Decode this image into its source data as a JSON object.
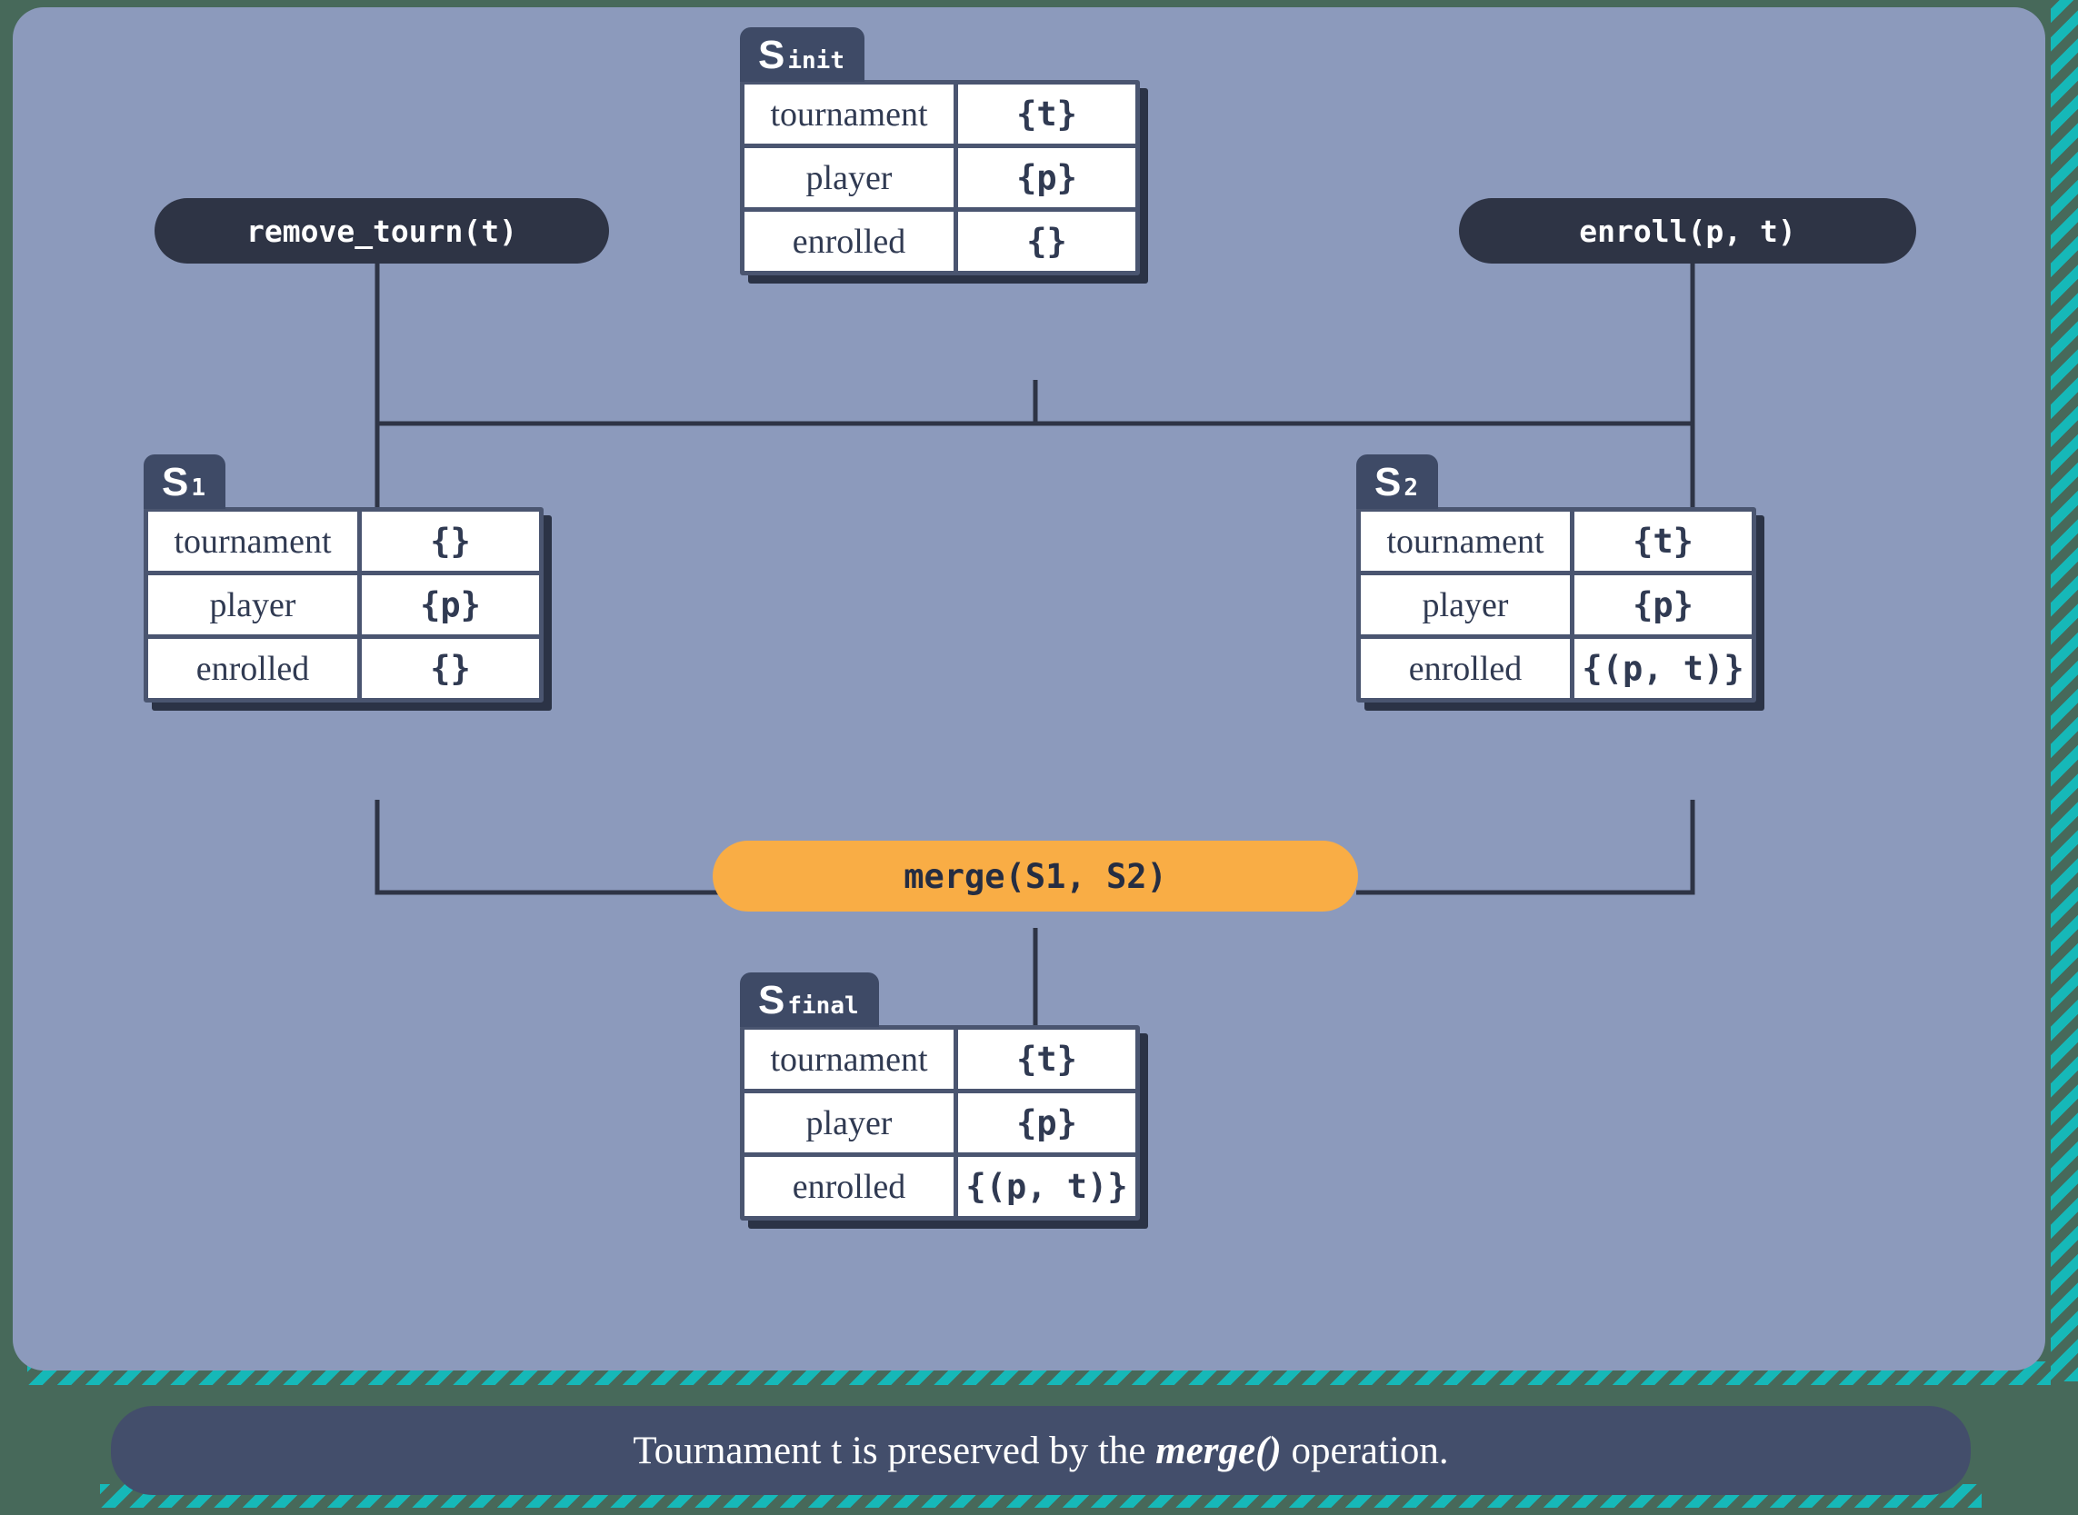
{
  "theme": {
    "panel_bg": "#8c9abc",
    "outer_bg": "#47695a",
    "stripe_teal": "#16b8b8",
    "tab_navy": "#3e4a66",
    "table_border": "#4a5570",
    "cell_bg": "#ffffff",
    "pill_dark": "#2e3445",
    "pill_accent": "#f9ad45",
    "caption_bg": "#434e6b",
    "text_navy": "#303a52"
  },
  "states": {
    "init": {
      "tab_main": "S",
      "tab_sub": "init",
      "rows": [
        {
          "key": "tournament",
          "value": "{t}"
        },
        {
          "key": "player",
          "value": "{p}"
        },
        {
          "key": "enrolled",
          "value": "{}"
        }
      ]
    },
    "s1": {
      "tab_main": "S",
      "tab_sub": "1",
      "rows": [
        {
          "key": "tournament",
          "value": "{}"
        },
        {
          "key": "player",
          "value": "{p}"
        },
        {
          "key": "enrolled",
          "value": "{}"
        }
      ]
    },
    "s2": {
      "tab_main": "S",
      "tab_sub": "2",
      "rows": [
        {
          "key": "tournament",
          "value": "{t}"
        },
        {
          "key": "player",
          "value": "{p}"
        },
        {
          "key": "enrolled",
          "value": "{(p, t)}"
        }
      ]
    },
    "final": {
      "tab_main": "S",
      "tab_sub": "final",
      "rows": [
        {
          "key": "tournament",
          "value": "{t}"
        },
        {
          "key": "player",
          "value": "{p}"
        },
        {
          "key": "enrolled",
          "value": "{(p, t)}"
        }
      ]
    }
  },
  "operations": {
    "remove_tourn": "remove_tourn(t)",
    "enroll": "enroll(p, t)",
    "merge": "merge(S1, S2)"
  },
  "caption": {
    "before": "Tournament t is preserved by the ",
    "emphasis": "merge()",
    "after": " operation."
  }
}
